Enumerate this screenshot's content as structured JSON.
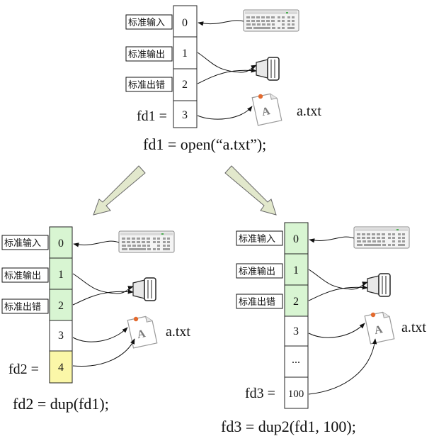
{
  "diagram": {
    "std_labels": [
      "标准输入",
      "标准输出",
      "标准出错"
    ],
    "file_name": "a.txt",
    "colors": {
      "std_fill": "#d8f5d2",
      "dup_fill": "#fbf7a8",
      "plain_fill": "#ffffff",
      "arrow_fill": "#e2e8cc"
    },
    "top": {
      "cells": [
        "0",
        "1",
        "2",
        "3"
      ],
      "fd_label": "fd1 =",
      "code": "fd1 = open(“a.txt”);"
    },
    "left": {
      "cells": [
        "0",
        "1",
        "2",
        "3",
        "4"
      ],
      "fd_label": "fd2 =",
      "code": "fd2 = dup(fd1);"
    },
    "right": {
      "cells": [
        "0",
        "1",
        "2",
        "3",
        "...",
        "100"
      ],
      "fd_label": "fd3 =",
      "code": "fd3 = dup2(fd1, 100);"
    },
    "icons": [
      "keyboard-icon",
      "printer-icon",
      "document-icon"
    ]
  }
}
